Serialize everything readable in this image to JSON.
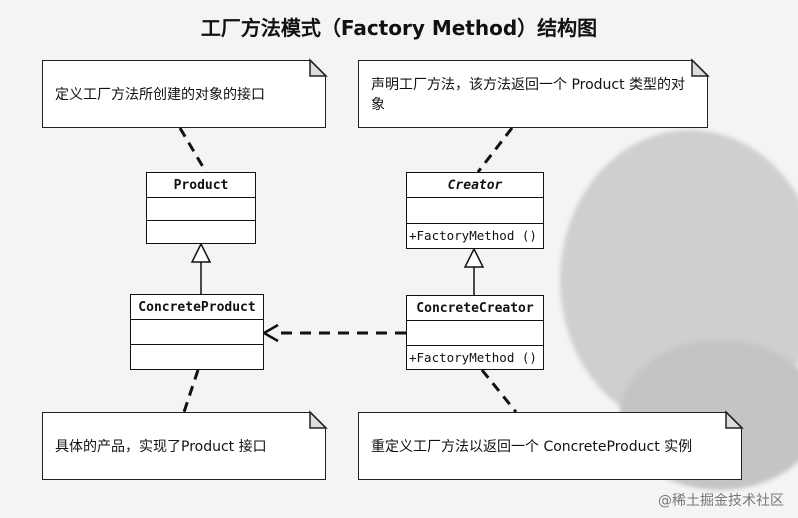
{
  "title": "工厂方法模式（Factory Method）结构图",
  "notes": {
    "product_note": "定义工厂方法所创建的对象的接口",
    "creator_note": "声明工厂方法，该方法返回一个 Product 类型的对象",
    "concrete_product_note": "具体的产品，实现了Product 接口",
    "concrete_creator_note": "重定义工厂方法以返回一个 ConcreteProduct 实例"
  },
  "classes": {
    "product": {
      "name": "Product"
    },
    "creator": {
      "name": "Creator",
      "operation": "+FactoryMethod ()"
    },
    "concrete_product": {
      "name": "ConcreteProduct"
    },
    "concrete_creator": {
      "name": "ConcreteCreator",
      "operation": "+FactoryMethod ()"
    }
  },
  "watermark": "@稀土掘金技术社区",
  "colors": {
    "line": "#111111",
    "background": "#f4f4f4"
  }
}
